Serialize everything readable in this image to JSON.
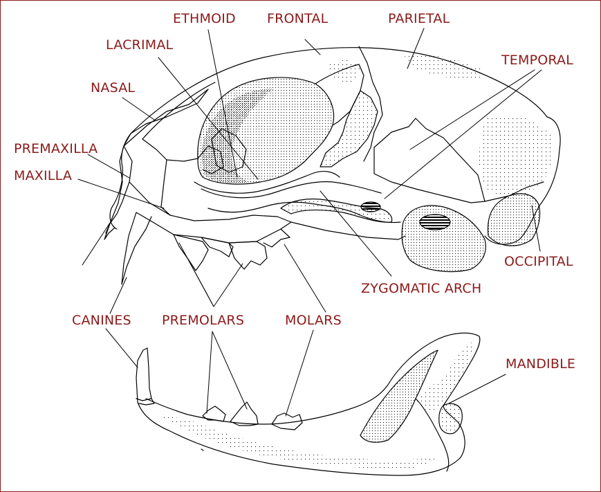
{
  "colors": {
    "label": "#8b1a1a",
    "outline": "#000000",
    "frame": "#8b1a1a",
    "background": "#ffffff",
    "stipple": "#000000"
  },
  "labels": {
    "ethmoid": "ETHMOID",
    "frontal": "FRONTAL",
    "parietal": "PARIETAL",
    "lacrimal": "LACRIMAL",
    "temporal": "TEMPORAL",
    "nasal": "NASAL",
    "premaxilla": "PREMAXILLA",
    "maxilla": "MAXILLA",
    "occipital": "OCCIPITAL",
    "zygomatic_arch": "ZYGOMATIC ARCH",
    "canines": "CANINES",
    "premolars": "PREMOLARS",
    "molars": "MOLARS",
    "mandible": "MANDIBLE"
  }
}
